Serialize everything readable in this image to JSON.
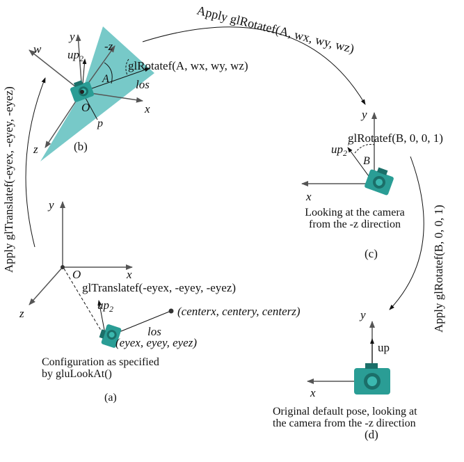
{
  "colors": {
    "camera": "#2a9d95",
    "camera_dark": "#1b6f69",
    "frustum": "#5fbfbe",
    "axis": "#555555",
    "ink": "#111111"
  },
  "labels": {
    "top_arc": "Apply glRotatef(A, wx, wy, wz)",
    "left_arc": "Apply glTranslatef(-eyex, -eyey, -eyez)",
    "right_arc": "Apply glRotatef(B, 0, 0, 1)"
  },
  "panel_a": {
    "x": "x",
    "y": "y",
    "z": "z",
    "origin": "O",
    "translate": "glTranslatef(-eyex, -eyey, -eyez)",
    "up": "up",
    "up_sub": "2",
    "los": "los",
    "center": "(centerx, centery, centerz)",
    "eye": "(eyex, eyey, eyez)",
    "caption_line1": "Configuration as specified",
    "caption_line2": "by gluLookAt()",
    "tag": "(a)"
  },
  "panel_b": {
    "x": "x",
    "y": "y",
    "z": "z",
    "negz": "-z",
    "w": "w",
    "up": "up",
    "up_sub": "2",
    "angle": "A",
    "origin": "O",
    "p": "p",
    "los": "los",
    "rotate": "glRotatef(A, wx, wy, wz)",
    "tag": "(b)"
  },
  "panel_c": {
    "x": "x",
    "y": "y",
    "up": "up",
    "up_sub": "2",
    "up_prime": "'",
    "angle": "B",
    "rotate": "glRotatef(B, 0, 0, 1)",
    "caption_line1": "Looking at the camera",
    "caption_line2": "from the -z direction",
    "tag": "(c)"
  },
  "panel_d": {
    "x": "x",
    "y": "y",
    "up": "up",
    "caption_line1": "Original default pose, looking at",
    "caption_line2": "the camera from the -z direction",
    "tag": "(d)"
  }
}
